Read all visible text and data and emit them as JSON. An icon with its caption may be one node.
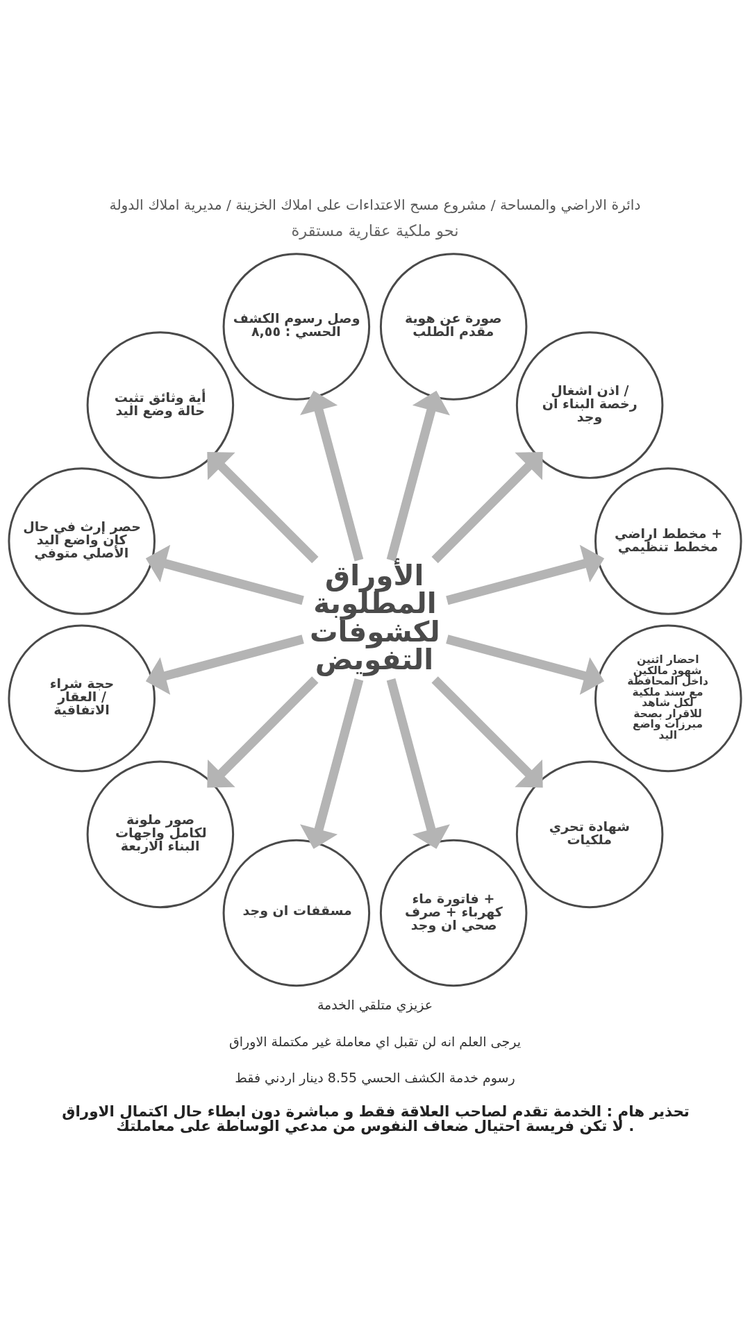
{
  "diagram": {
    "title": "دائرة الاراضي والمساحة / مشروع مسح الاعتداءات على املاك الخزينة / مديرية املاك الدولة",
    "nodes": [
      {
        "text": [
          "الأوراق المطلوبة لكشوفات التفويض"
        ]
      },
      {
        "text": [
          "صورة عن هوية مقدم الطلب"
        ]
      },
      {
        "text": [
          "اذن اشغال / رخصة البناء ان وجد"
        ]
      },
      {
        "text": [
          "مخطط اراضي + مخطط تنظيمي"
        ]
      },
      {
        "text": [
          "احضار اثنين شهود مالكين داخل المحافظة مع سند ملكية لكل شاهد للاقرار بصحة مبرزات واضع اليد"
        ]
      },
      {
        "text": [
          "شهادة تحري ملكيات"
        ]
      },
      {
        "text": [
          "فاتورة ماء + كهرباء + صرف صحي ان وجد"
        ]
      },
      {
        "text": [
          "مسقفات ان وجد"
        ]
      },
      {
        "text": [
          "صور ملونة لكامل واجهات البناء الاربعة"
        ]
      },
      {
        "text": [
          "حجة شراء العقار / الاتفاقية"
        ]
      },
      {
        "text": [
          "حصر إرث في حال كان واضع اليد الأصلي متوفي"
        ]
      },
      {
        "text": [
          "أية وثائق تثبت حالة وضع اليد"
        ]
      },
      {
        "text": [
          "وصل رسوم الكشف الحسي : ٨,٥٥"
        ]
      }
    ],
    "edges": [
      {
        "from": 0,
        "to": 1,
        "arrow": "to"
      },
      {
        "from": 0,
        "to": 2,
        "arrow": "to"
      },
      {
        "from": 0,
        "to": 3,
        "arrow": "to"
      },
      {
        "from": 0,
        "to": 4,
        "arrow": "to"
      },
      {
        "from": 0,
        "to": 5,
        "arrow": "to"
      },
      {
        "from": 0,
        "to": 6,
        "arrow": "to"
      },
      {
        "from": 0,
        "to": 7,
        "arrow": "to"
      },
      {
        "from": 0,
        "to": 8,
        "arrow": "to"
      },
      {
        "from": 0,
        "to": 9,
        "arrow": "to"
      },
      {
        "from": 0,
        "to": 10,
        "arrow": "to"
      },
      {
        "from": 0,
        "to": 11,
        "arrow": "to"
      },
      {
        "from": 0,
        "to": 12,
        "arrow": "to"
      }
    ],
    "labels": [
      "نحو ملكية عقارية مستقرة",
      "عزيزي متلقي الخدمة",
      "يرجى العلم انه لن تقبل اي معاملة غير مكتملة الاوراق",
      "رسوم خدمة الكشف الحسي 8.55 دينار اردني فقط",
      "تحذير هام : الخدمة تقدم لصاحب العلاقة فقط و مباشرة دون ابطاء حال اكتمال الاوراق لا تكن فريسة احتيال ضعاف النفوس من مدعي الوساطة على معاملتك ."
    ]
  }
}
